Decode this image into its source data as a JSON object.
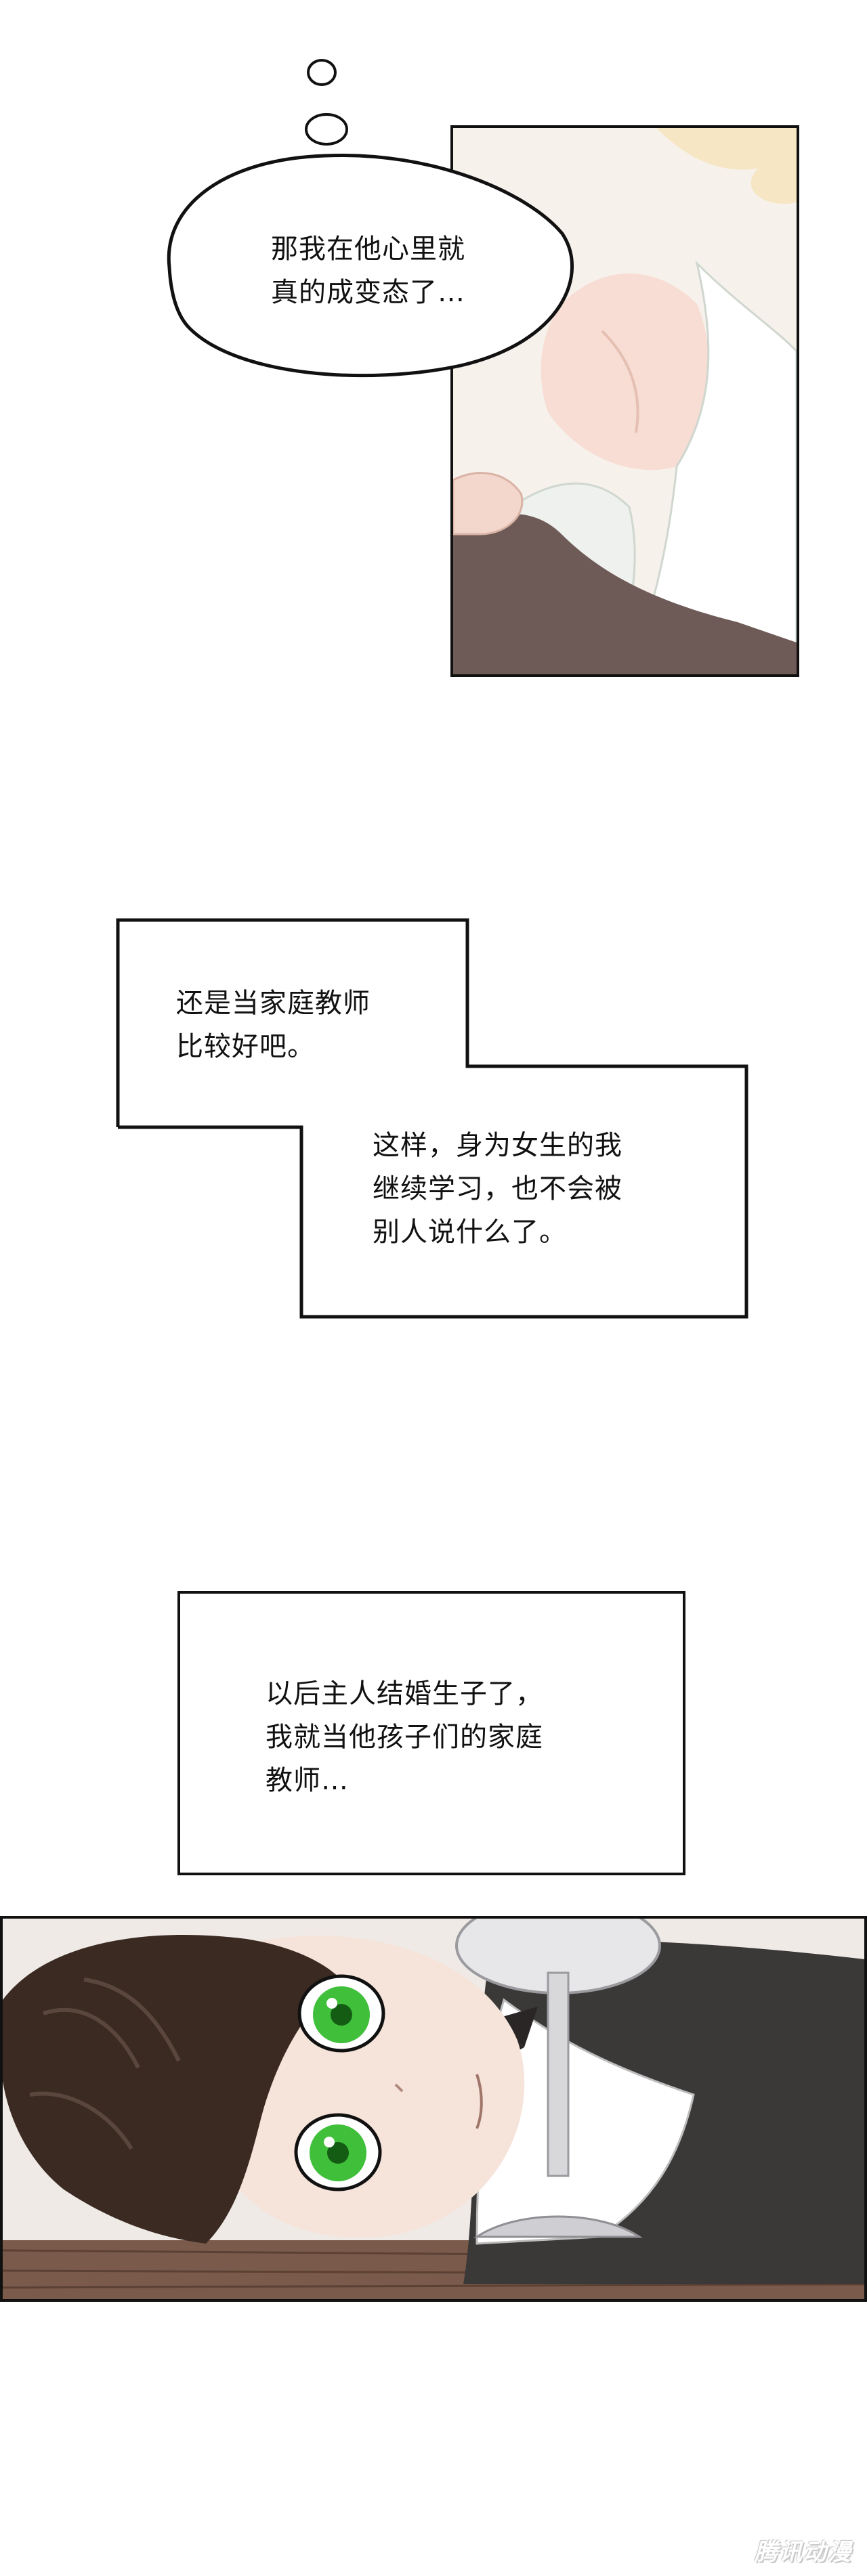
{
  "panels": {
    "panel1": {
      "thought_bubble": "那我在他心里就\n真的成变态了…"
    },
    "panel2": {
      "box_a": "还是当家庭教师\n比较好吧。",
      "box_b": "这样，身为女生的我\n继续学习，也不会被\n别人说什么了。"
    },
    "panel3": {
      "box": "以后主人结婚生子了，\n我就当他孩子们的家庭\n教师…"
    }
  },
  "watermark": "腾讯动漫",
  "colors": {
    "ink": "#111111",
    "eye_green": "#3fbf3a",
    "hair_brown": "#3a2a22",
    "skin": "#f6e3da"
  }
}
